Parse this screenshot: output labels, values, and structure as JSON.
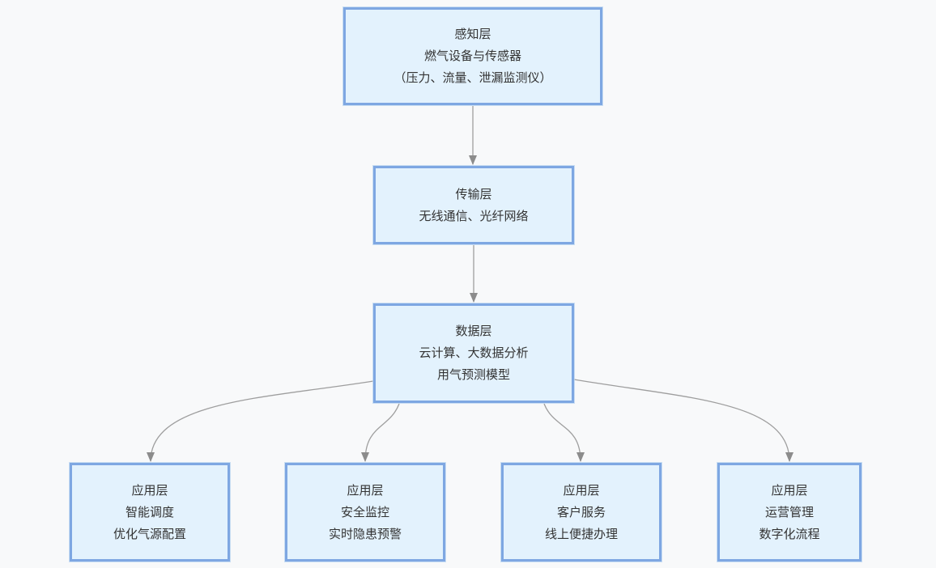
{
  "diagram": {
    "type": "flowchart",
    "direction": "top-down",
    "colors": {
      "node_fill": "#e3f2fd",
      "node_border": "#7ea7e2",
      "connector": "#9e9e9e",
      "arrowhead": "#8c8c8c",
      "text": "#333333",
      "background": "#f8f9fa"
    },
    "nodes": [
      {
        "id": "perception",
        "lines": [
          "感知层",
          "燃气设备与传感器",
          "（压力、流量、泄漏监测仪）"
        ]
      },
      {
        "id": "transmission",
        "lines": [
          "传输层",
          "无线通信、光纤网络"
        ]
      },
      {
        "id": "data",
        "lines": [
          "数据层",
          "云计算、大数据分析",
          "用气预测模型"
        ]
      },
      {
        "id": "app-dispatch",
        "lines": [
          "应用层",
          "智能调度",
          "优化气源配置"
        ]
      },
      {
        "id": "app-safety",
        "lines": [
          "应用层",
          "安全监控",
          "实时隐患预警"
        ]
      },
      {
        "id": "app-customer",
        "lines": [
          "应用层",
          "客户服务",
          "线上便捷办理"
        ]
      },
      {
        "id": "app-operation",
        "lines": [
          "应用层",
          "运营管理",
          "数字化流程"
        ]
      }
    ],
    "edges": [
      {
        "from": "perception",
        "to": "transmission"
      },
      {
        "from": "transmission",
        "to": "data"
      },
      {
        "from": "data",
        "to": "app-dispatch"
      },
      {
        "from": "data",
        "to": "app-safety"
      },
      {
        "from": "data",
        "to": "app-customer"
      },
      {
        "from": "data",
        "to": "app-operation"
      }
    ]
  }
}
